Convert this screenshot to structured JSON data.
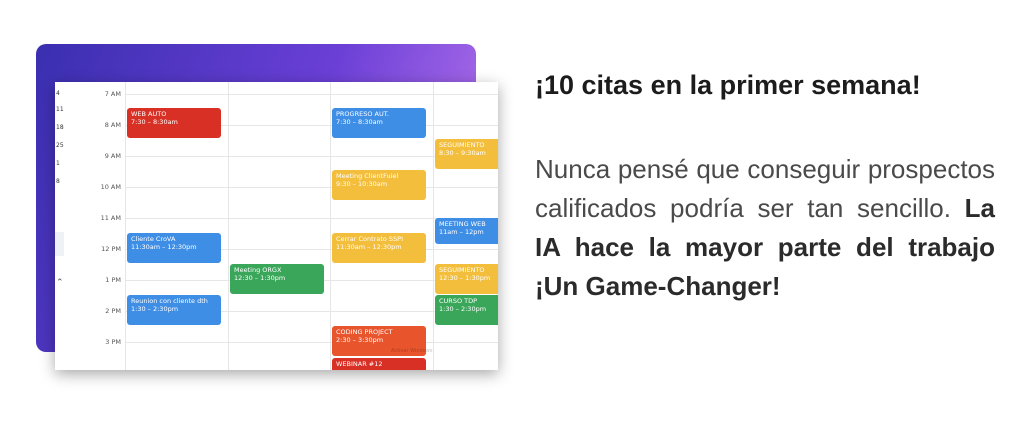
{
  "headline": "¡10 citas en la primer semana!",
  "body": {
    "plain": "Nunca pensé que conseguir prospectos calificados podría ser tan sencillo. ",
    "emphasis": "La IA hace la mayor parte del trabajo ¡Un Game-Changer!"
  },
  "calendar": {
    "mini_days": [
      "4",
      "11",
      "18",
      "25",
      "1",
      "8"
    ],
    "time_labels": [
      "7 AM",
      "8 AM",
      "9 AM",
      "10 AM",
      "11 AM",
      "12 PM",
      "1 PM",
      "2 PM",
      "3 PM"
    ],
    "events": [
      {
        "title": "WEB AUTO",
        "time": "7:30 – 8:30am",
        "color": "#d93025"
      },
      {
        "title": "Cliente CroVA",
        "time": "11:30am – 12:30pm",
        "color": "#3f8ee6"
      },
      {
        "title": "Reunion con cliente dth",
        "time": "1:30 – 2:30pm",
        "color": "#3f8ee6"
      },
      {
        "title": "Meeting ORGX",
        "time": "12:30 – 1:30pm",
        "color": "#3aa65a"
      },
      {
        "title": "PROGRESO AUT.",
        "time": "7:30 – 8:30am",
        "color": "#3f8ee6"
      },
      {
        "title": "Meeting ClientFuiel",
        "time": "9:30 – 10:30am",
        "color": "#f2be3c"
      },
      {
        "title": "Cerrar Contrato SSPI",
        "time": "11:30am – 12:30pm",
        "color": "#f2be3c"
      },
      {
        "title": "CODING PROJECT",
        "time": "2:30 – 3:30pm",
        "color": "#e8542c"
      },
      {
        "title": "WEBINAR #12",
        "time": "",
        "color": "#d93025"
      },
      {
        "title": "SEGUIMIENTO",
        "time": "8:30 – 9:30am",
        "color": "#f2be3c"
      },
      {
        "title": "MEETING WEB",
        "time": "11am – 12pm",
        "color": "#3f8ee6"
      },
      {
        "title": "SEGUIMIENTO",
        "time": "12:30 – 1:30pm",
        "color": "#f2be3c"
      },
      {
        "title": "CURSO TDP",
        "time": "1:30 – 2:30pm",
        "color": "#3aa65a"
      }
    ],
    "watermark": "Activar Windows"
  }
}
